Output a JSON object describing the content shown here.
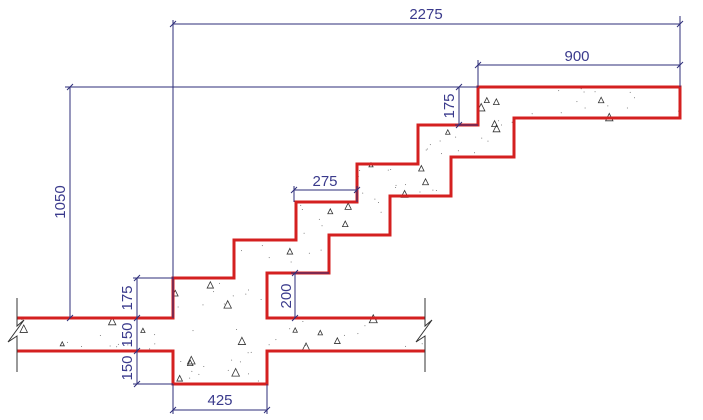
{
  "drawing": {
    "material": "concrete",
    "colors": {
      "edge": "#d42020",
      "dimension": "#2e2e7a",
      "hatch": "#333333"
    },
    "dimensions": {
      "overall_width": "2275",
      "landing_width": "900",
      "total_height": "1050",
      "top_riser": "175",
      "tread": "275",
      "inner_riser": "200",
      "bottom_riser": "175",
      "slab_thickness": "150",
      "beam_depth": "150",
      "beam_width": "425"
    }
  }
}
